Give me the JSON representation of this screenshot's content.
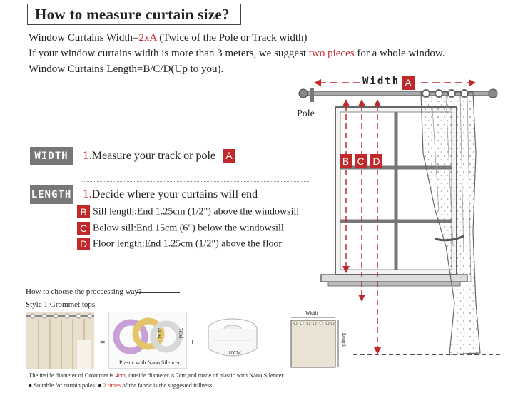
{
  "title": "How to measure  curtain  size?",
  "intro": {
    "line1_a": "Window Curtains Width=",
    "line1_red": "2xA",
    "line1_b": " (Twice of the Pole or Track width)",
    "line2_a": "If your window curtains width is more than 3 meters, we suggest ",
    "line2_red": "two pieces",
    "line2_b": " for a whole window.",
    "line3": "Window Curtains Length=B/C/D(Up to you)."
  },
  "width_section": {
    "badge": "WIDTH",
    "step_num": "1.",
    "step_text": "Measure your track or pole",
    "marker": "A"
  },
  "length_section": {
    "badge": "LENGTH",
    "step_num": "1.",
    "step_text": "Decide where your curtains will end",
    "items": [
      {
        "marker": "B",
        "text": "Sill length:End 1.25cm (1/2\") above the windowsill"
      },
      {
        "marker": "C",
        "text": "Below sill:End 15cm (6\") below the windowsill"
      },
      {
        "marker": "D",
        "text": "Floor length:End 1.25cm (1/2\") above the floor"
      }
    ]
  },
  "diagram": {
    "width_label": "Width",
    "width_marker": "A",
    "pole_label": "Pole",
    "markers": [
      "B",
      "C",
      "D"
    ]
  },
  "processing": {
    "heading": "How to choose the proccessing way?",
    "style": "Style 1:Grommet tops",
    "equals": "=",
    "plus": "+",
    "ring_caption": "Plastic with Nano Silencer",
    "ring_dim_inner": "4CM",
    "ring_dim_outer": "7CM",
    "tape_dim": "10CM",
    "panel_width": "Width",
    "panel_length": "Length",
    "note1_a": "The inside diameter of Grommet is ",
    "note1_red": "4cm",
    "note1_b": ", outside diameter is 7cm,and made of  plastic with Nano Silencer.",
    "note2_a": "● Suitable for curtain poles. ● ",
    "note2_red": "2 times",
    "note2_b": " of the fabric is the suggested fullness."
  },
  "colors": {
    "accent_red": "#c0282c",
    "badge_gray": "#777777",
    "curtain_beige": "#e9dfcc"
  }
}
